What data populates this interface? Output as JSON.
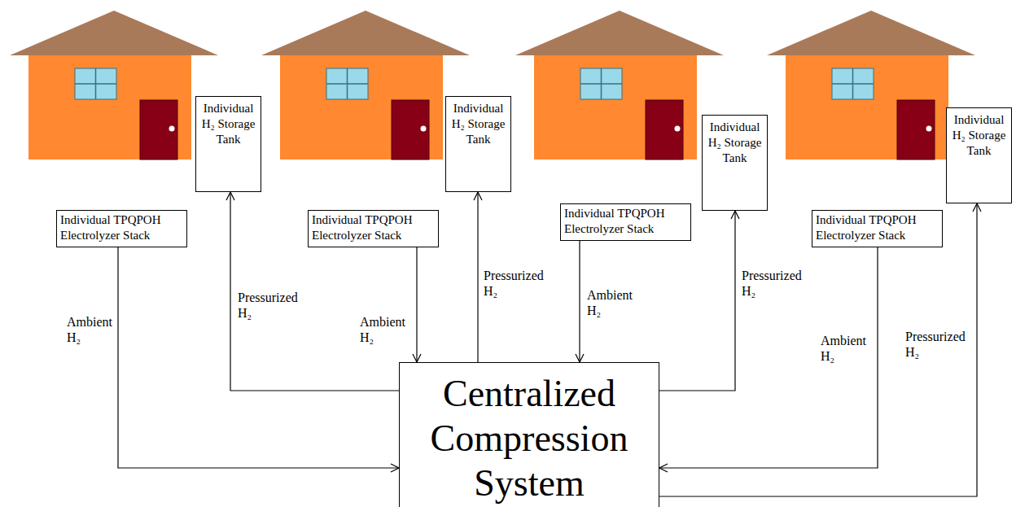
{
  "diagram": {
    "nodes": [
      {
        "text": [
          "Individual H₂ Storage Tank"
        ]
      },
      {
        "text": [
          "Individual H₂ Storage Tank"
        ]
      },
      {
        "text": [
          "Individual H₂ Storage Tank"
        ]
      },
      {
        "text": [
          "Individual H₂ Storage Tank"
        ]
      },
      {
        "text": [
          "Individual TPQPOH Electrolyzer Stack"
        ]
      },
      {
        "text": [
          "Individual TPQPOH Electrolyzer Stack"
        ]
      },
      {
        "text": [
          "Individual TPQPOH Electrolyzer Stack"
        ]
      },
      {
        "text": [
          "Individual TPQPOH Electrolyzer Stack"
        ]
      },
      {
        "text": [
          "Centralized Compression System"
        ]
      }
    ],
    "edges": [
      {
        "from": 4,
        "to": 8,
        "label": "Ambient H₂",
        "arrow": "to"
      },
      {
        "from": 8,
        "to": 0,
        "label": "Pressurized H₂",
        "arrow": "to"
      },
      {
        "from": 5,
        "to": 8,
        "label": "Ambient H₂",
        "arrow": "to"
      },
      {
        "from": 8,
        "to": 1,
        "label": "Pressurized H₂",
        "arrow": "to"
      },
      {
        "from": 6,
        "to": 8,
        "label": "Ambient H₂",
        "arrow": "to"
      },
      {
        "from": 8,
        "to": 2,
        "label": "Pressurized H₂",
        "arrow": "to"
      },
      {
        "from": 7,
        "to": 8,
        "label": "Ambient H₂",
        "arrow": "to"
      },
      {
        "from": 8,
        "to": 3,
        "label": "Pressurized H₂",
        "arrow": "to"
      }
    ]
  }
}
